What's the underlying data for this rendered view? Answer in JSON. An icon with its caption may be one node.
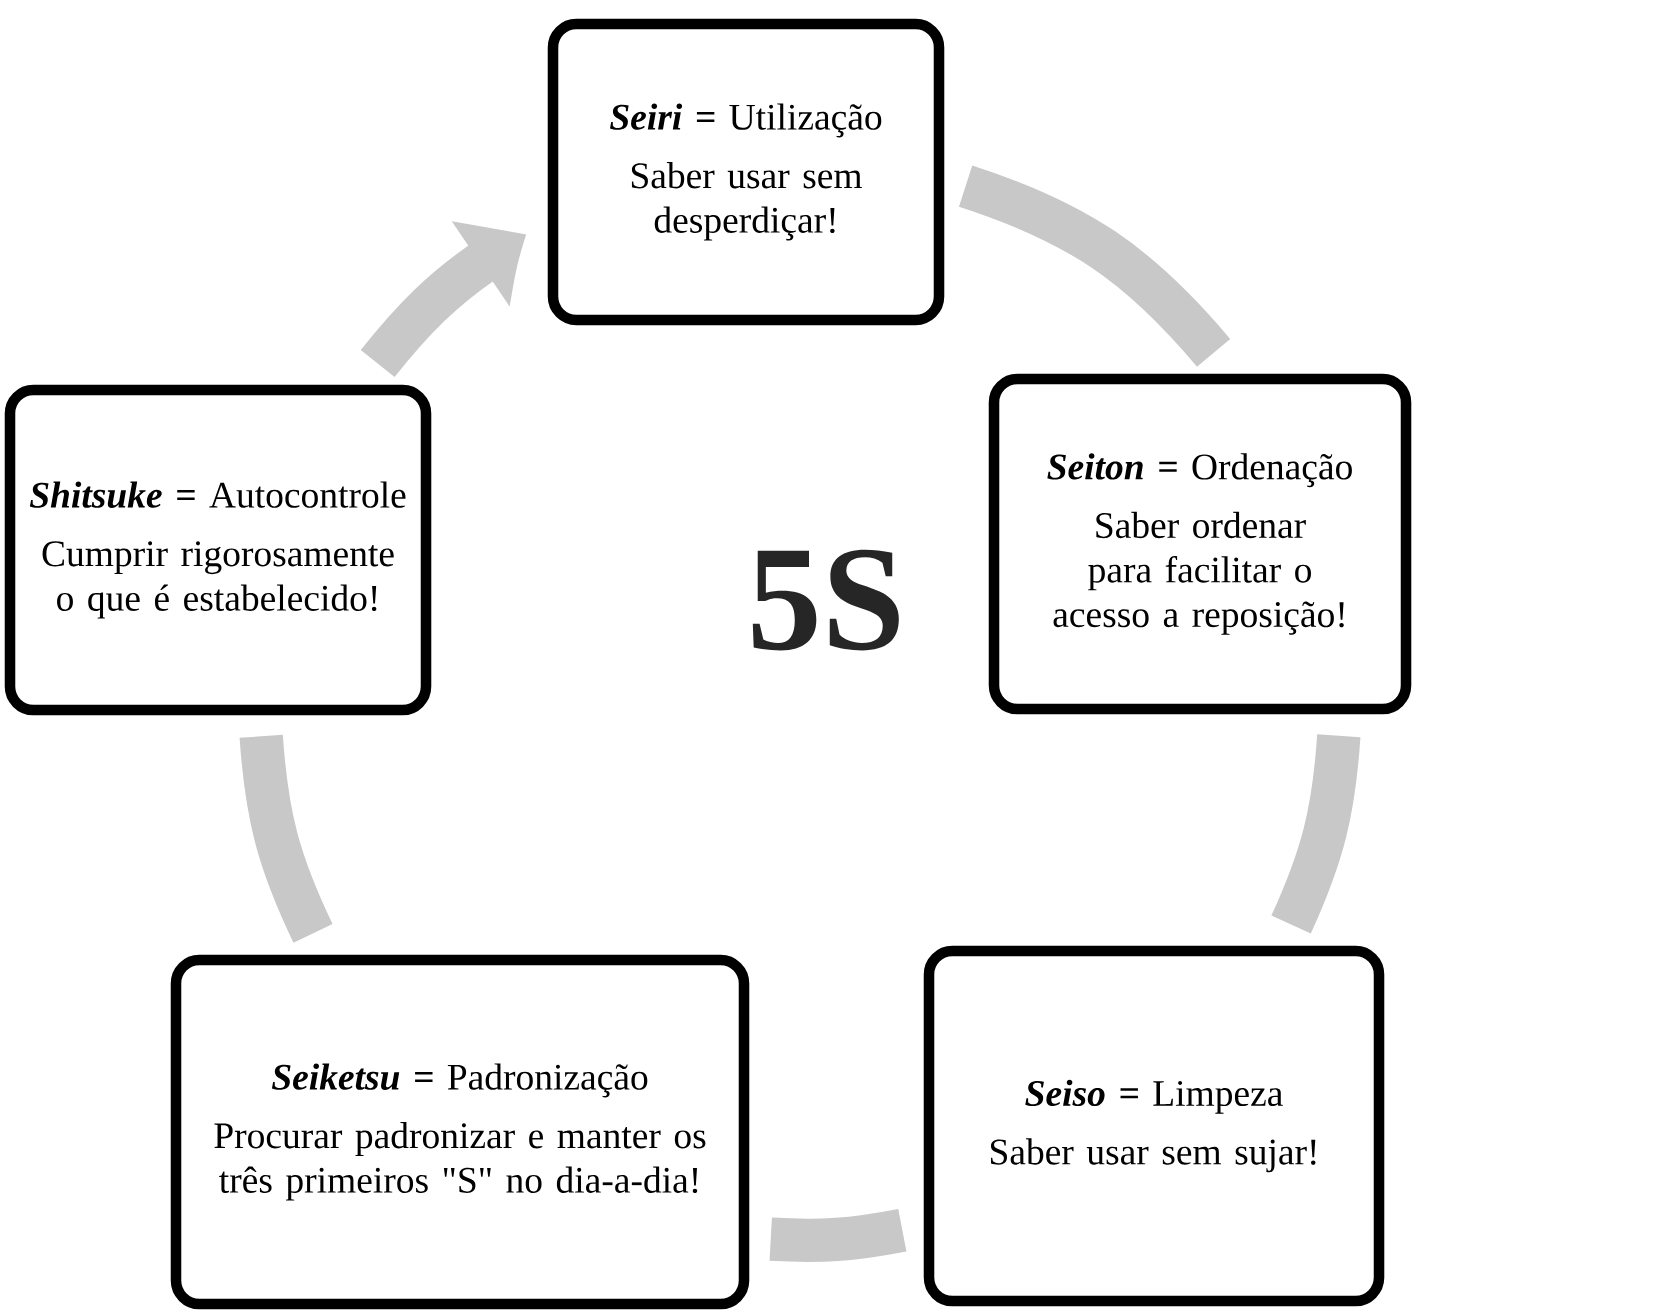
{
  "diagram": {
    "nodes": [
      {
        "text": [
          "**Seiri =** Utilização",
          "Saber usar sem desperdiçar!"
        ]
      },
      {
        "text": [
          "**Seiton =** Ordenação",
          "Saber ordenar para facilitar o acesso a reposição!"
        ]
      },
      {
        "text": [
          "**Seiso =** Limpeza",
          "Saber usar sem sujar!"
        ]
      },
      {
        "text": [
          "**Seiketsu =** Padronização",
          "Procurar padronizar e manter os três primeiros \"S\" no dia-a-dia!"
        ]
      },
      {
        "text": [
          "**Shitsuke =** Autocontrole",
          "Cumprir rigorosamente o que é estabelecido!"
        ]
      }
    ],
    "edges": [
      {
        "from": 0,
        "to": 1,
        "arrow": "none"
      },
      {
        "from": 1,
        "to": 2,
        "arrow": "none"
      },
      {
        "from": 2,
        "to": 3,
        "arrow": "none"
      },
      {
        "from": 3,
        "to": 4,
        "arrow": "none"
      },
      {
        "from": 4,
        "to": 0,
        "arrow": "to"
      }
    ],
    "labels": [
      "5S"
    ]
  }
}
